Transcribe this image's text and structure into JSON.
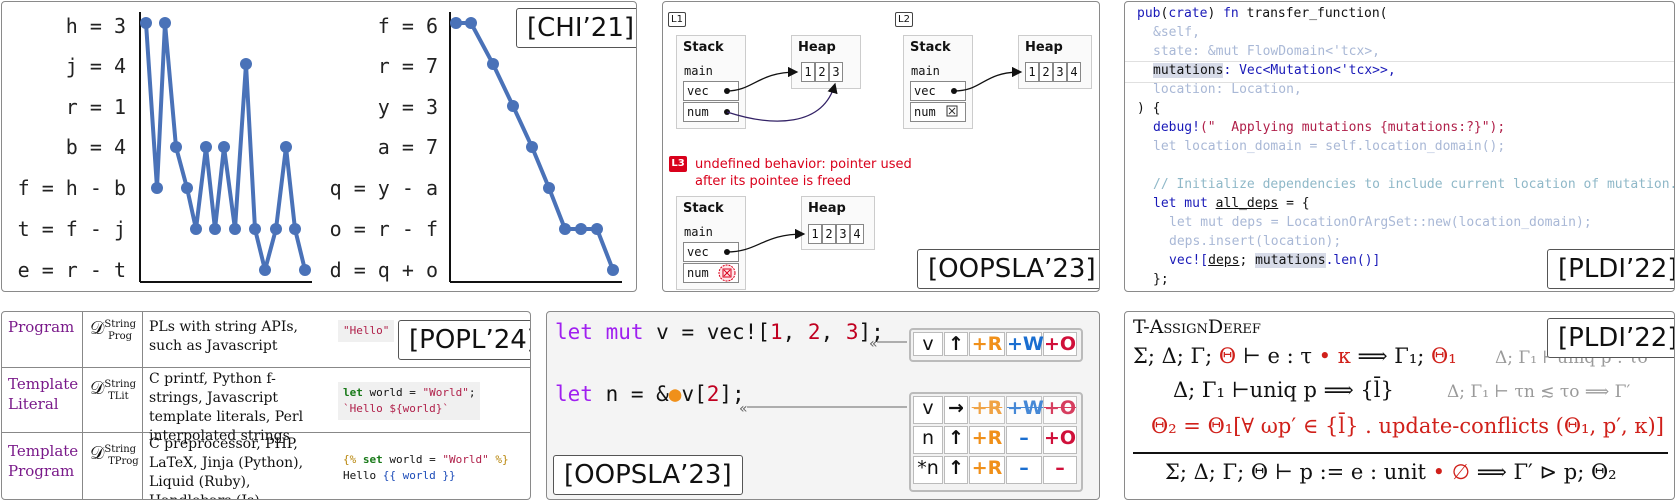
{
  "panel1": {
    "venue": "[CHI’21]",
    "left_labels": [
      "h = 3",
      "j = 4",
      "r = 1",
      "b = 4",
      "f = h - b",
      "t = f - j",
      "e = r - t"
    ],
    "right_labels": [
      "f = 6",
      "r = 7",
      "y = 3",
      "a = 7",
      "q = y - a",
      "o = r - f",
      "d = q + o"
    ],
    "color": "#4a72b8"
  },
  "panel2": {
    "venue": "[OOPSLA’23]",
    "L1": "L1",
    "L2": "L2",
    "L3": "L3",
    "stack": "Stack",
    "heap": "Heap",
    "main": "main",
    "vec": "vec",
    "num": "num",
    "heap_a": [
      "1",
      "2",
      "3"
    ],
    "heap_b": [
      "1",
      "2",
      "3",
      "4"
    ],
    "ub_line1": "undefined behavior: pointer used",
    "ub_line2": "after its pointee is freed"
  },
  "panel3": {
    "venue": "[PLDI’22]",
    "l1_kw": "pub",
    "l1_p1": "(",
    "l1_crate": "crate",
    "l1_p2": ") ",
    "l1_fn": "fn",
    "l1_name": " transfer_function(",
    "l2": "&self,",
    "l3_a": "state",
    "l3_b": ": &mut FlowDomain<'tcx>,",
    "l4_a": "mutations",
    "l4_b": ": Vec<Mutation<'tcx>>,",
    "l5_a": "location",
    "l5_b": ": Location,",
    "l6": ") {",
    "l7_fn": "debug!",
    "l7_str": "(\"  Applying mutations {mutations:?}\");",
    "l8_a": "let location_domain = self.location_domain();",
    "l9": "// Initialize dependencies to include current location of mutation.",
    "l10_kw": "let mut ",
    "l10_var": "all_deps",
    "l10_rest": " = {",
    "l11": "let mut deps = LocationOrArgSet::new(location_domain);",
    "l12": "deps.insert(location);",
    "l13_a": "vec![",
    "l13_b": "deps",
    "l13_c": "; ",
    "l13_d": "mutations",
    "l13_e": ".len()]",
    "l14": "};"
  },
  "panel4": {
    "venue": "[POPL’24]",
    "rows": [
      {
        "name": "Program",
        "sym": "𝒟",
        "sup": "String",
        "sub": "Prog",
        "desc": "PLs with string APIs, such as Javascript",
        "code_l1_str": "\"Hello\"",
        "code_l2": ""
      },
      {
        "name": "Template Literal",
        "sym": "𝒟",
        "sup": "String",
        "sub": "TLit",
        "desc": "C printf, Python f-strings, Javascript template literals, Perl interpolated strings",
        "code_l1_kw": "let",
        "code_l1_a": " world = ",
        "code_l1_str": "\"World\"",
        "code_l1_end": ";",
        "code_l2": "`Hello ${world}`"
      },
      {
        "name": "Template Program",
        "sym": "𝒟",
        "sup": "String",
        "sub": "TProg",
        "desc": "C preprocessor, PHP, LaTeX, Jinja (Python), Liquid (Ruby), Handlebars (Js)",
        "code_l1_a": "{% ",
        "code_l1_kw": "set",
        "code_l1_b": " world = ",
        "code_l1_str": "\"World\"",
        "code_l1_c": " %}",
        "code_l2_a": "Hello ",
        "code_l2_b": "{{ world }}"
      }
    ]
  },
  "panel5": {
    "venue": "[OOPSLA’23]",
    "line1_kw": "let mut",
    "line1_a": " v = vec![",
    "line1_n1": "1",
    "line1_c1": ", ",
    "line1_n2": "2",
    "line1_c2": ", ",
    "line1_n3": "3",
    "line1_end": "];",
    "line2_kw": "let",
    "line2_a": " n = &",
    "line2_b": "v[",
    "line2_n": "2",
    "line2_end": "];",
    "row_v": "v",
    "row_n": "n",
    "row_deref_n": "*n",
    "perm_R": "+R",
    "perm_W": "+W",
    "perm_O": "+O",
    "minus": "–"
  },
  "panel6": {
    "venue": "[PLDI’22]",
    "rule_name": "T-AssignDeref",
    "l1": "Σ; Δ; Γ; ",
    "l1_theta": "Θ",
    "l1_b": " ⊢ e : τ",
    "l1_kappa": " • κ",
    "l1_c": " ⟹ Γ₁; ",
    "l1_theta1": "Θ₁",
    "l1_gray": "Δ; Γ₁ ⊢uniq p : τo",
    "l2": "Δ; Γ₁ ⊢uniq p ⟹ {l̄}",
    "l2_gray": "Δ; Γ₁ ⊢ τn ≲ τo ⟹ Γ′",
    "l3": "Θ₂ = Θ₁[∀ ωp′ ∈ {l̄} . update-conflicts (Θ₁, p′, κ)]",
    "l4_a": "Σ; Δ; Γ; Θ ⊢ p := e : unit ",
    "l4_b": "• ∅",
    "l4_c": " ⟹ Γ′ ⊳ p; Θ₂"
  }
}
